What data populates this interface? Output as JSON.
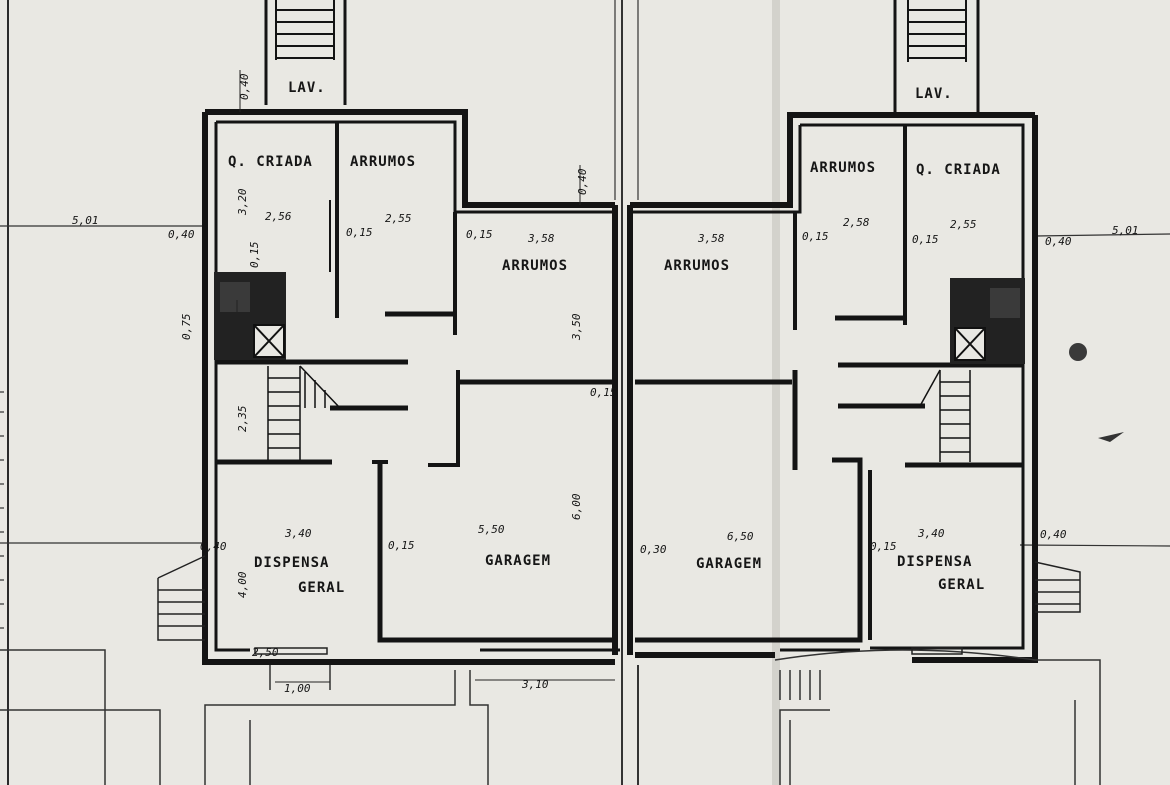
{
  "rooms": {
    "lav_left": "LAV.",
    "lav_right": "LAV.",
    "q_criada_left": "Q. CRIADA",
    "q_criada_right": "Q. CRIADA",
    "arrumos_1": "ARRUMOS",
    "arrumos_2": "ARRUMOS",
    "arrumos_3": "ARRUMOS",
    "arrumos_4": "ARRUMOS",
    "dispensa_left_1": "DISPENSA",
    "dispensa_left_2": "GERAL",
    "dispensa_right_1": "DISPENSA",
    "dispensa_right_2": "GERAL",
    "garagem_left": "GARAGEM",
    "garagem_right": "GARAGEM"
  },
  "dims": {
    "d_501_left": "5,01",
    "d_501_right": "5,01",
    "d_040_a": "0,40",
    "d_040_b": "0,40",
    "d_040_c": "0,40",
    "d_040_d": "0,40",
    "d_040_e": "0,40",
    "d_256": "2,56",
    "d_255": "2,55",
    "d_255_r": "2,55",
    "d_258_r": "2,58",
    "d_358_a": "3,58",
    "d_358_b": "3,58",
    "d_320": "3,20",
    "d_350": "3,50",
    "d_600": "6,00",
    "d_015_a": "0,15",
    "d_015_b": "0,15",
    "d_015_c": "0,15",
    "d_015_d": "0,15",
    "d_015_e": "0,15",
    "d_015_f": "0,15",
    "d_015_g": "0,15",
    "d_015_h": "0,15",
    "d_340_l": "3,40",
    "d_340_r": "3,40",
    "d_550": "5,50",
    "d_650": "6,50",
    "d_030": "0,30",
    "d_400": "4,00",
    "d_100": "1,00",
    "d_310": "3,10",
    "d_250": "2,50",
    "d_235": "2,35",
    "d_075": "0,75"
  },
  "colors": {
    "paper": "#e9e8e3",
    "ink": "#141414"
  }
}
